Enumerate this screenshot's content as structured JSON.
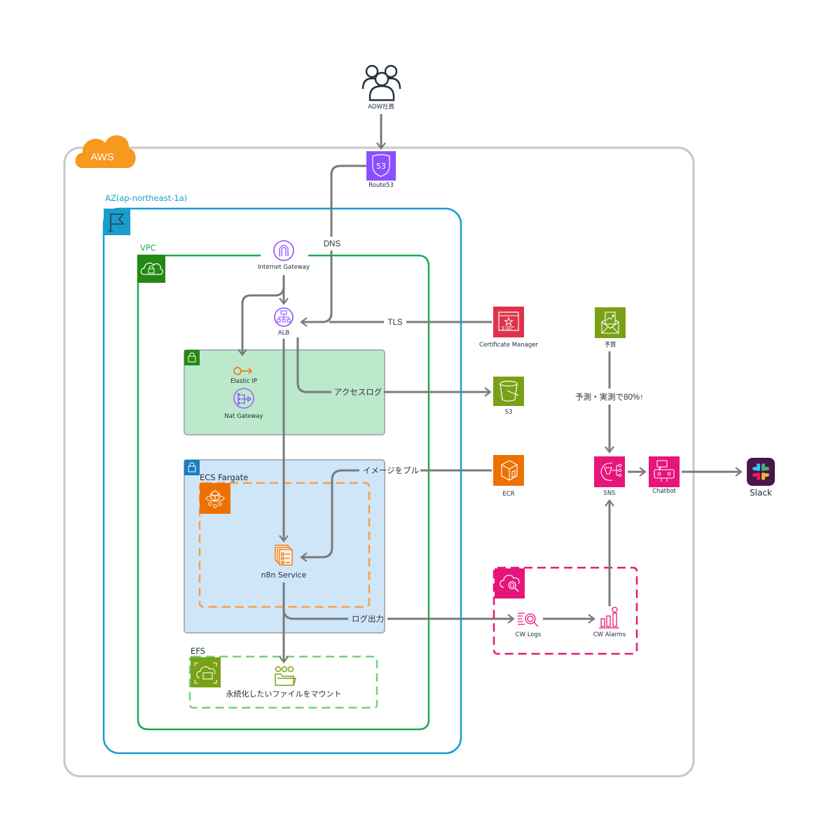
{
  "title": "n8n on AWS architecture",
  "colors": {
    "aws_border": "#c8c8c8",
    "aws_cloud": "#f7981f",
    "az": "#1a9dcc",
    "vpc": "#1aaa55",
    "vpc_icon": "#248814",
    "public_subnet_fill": "#bce8cb",
    "private_subnet_fill": "#cfe6f9",
    "private_subnet_badge": "#1a7dbf",
    "fargate_dash": "#f79e48",
    "fargate_icon": "#ed7100",
    "efs_dash": "#6ad57a",
    "storage_green": "#7aa116",
    "network_purple": "#8c4fff",
    "route53": "#8c4fff",
    "acm": "#dd344c",
    "mgmt_pink": "#e7157b",
    "arrow": "#7a7a7a",
    "slack_bg": "#4a154b"
  },
  "users": {
    "label": "ADW社員",
    "icon": "users-icon"
  },
  "aws": {
    "label": "AWS"
  },
  "az": {
    "label": "AZ(ap-northeast-1a)"
  },
  "vpc": {
    "label": "VPC"
  },
  "nodes": {
    "route53": {
      "label": "Route53"
    },
    "igw": {
      "label": "Internet Gateway"
    },
    "alb": {
      "label": "ALB"
    },
    "eip": {
      "label": "Elastic IP"
    },
    "nat": {
      "label": "Nat Gateway"
    },
    "ecs": {
      "label": "ECS Fargate"
    },
    "n8n": {
      "label": "n8n Service"
    },
    "efs": {
      "label": "EFS"
    },
    "efs_mount": {
      "label": "永続化したいファイルをマウント"
    },
    "acm": {
      "label": "Certificate Manager"
    },
    "s3": {
      "label": "S3"
    },
    "ecr": {
      "label": "ECR"
    },
    "budget": {
      "label": "予算"
    },
    "sns": {
      "label": "SNS"
    },
    "chatbot": {
      "label": "Chatbot"
    },
    "slack": {
      "label": "Slack"
    },
    "cwlogs": {
      "label": "CW Logs"
    },
    "cwalarms": {
      "label": "CW Alarms"
    }
  },
  "edges": {
    "dns": "DNS",
    "tls": "TLS",
    "access_log": "アクセスログ",
    "image_pull": "イメージをプル",
    "log_output": "ログ出力",
    "budget_alert": "予測・実測で80%↑"
  }
}
